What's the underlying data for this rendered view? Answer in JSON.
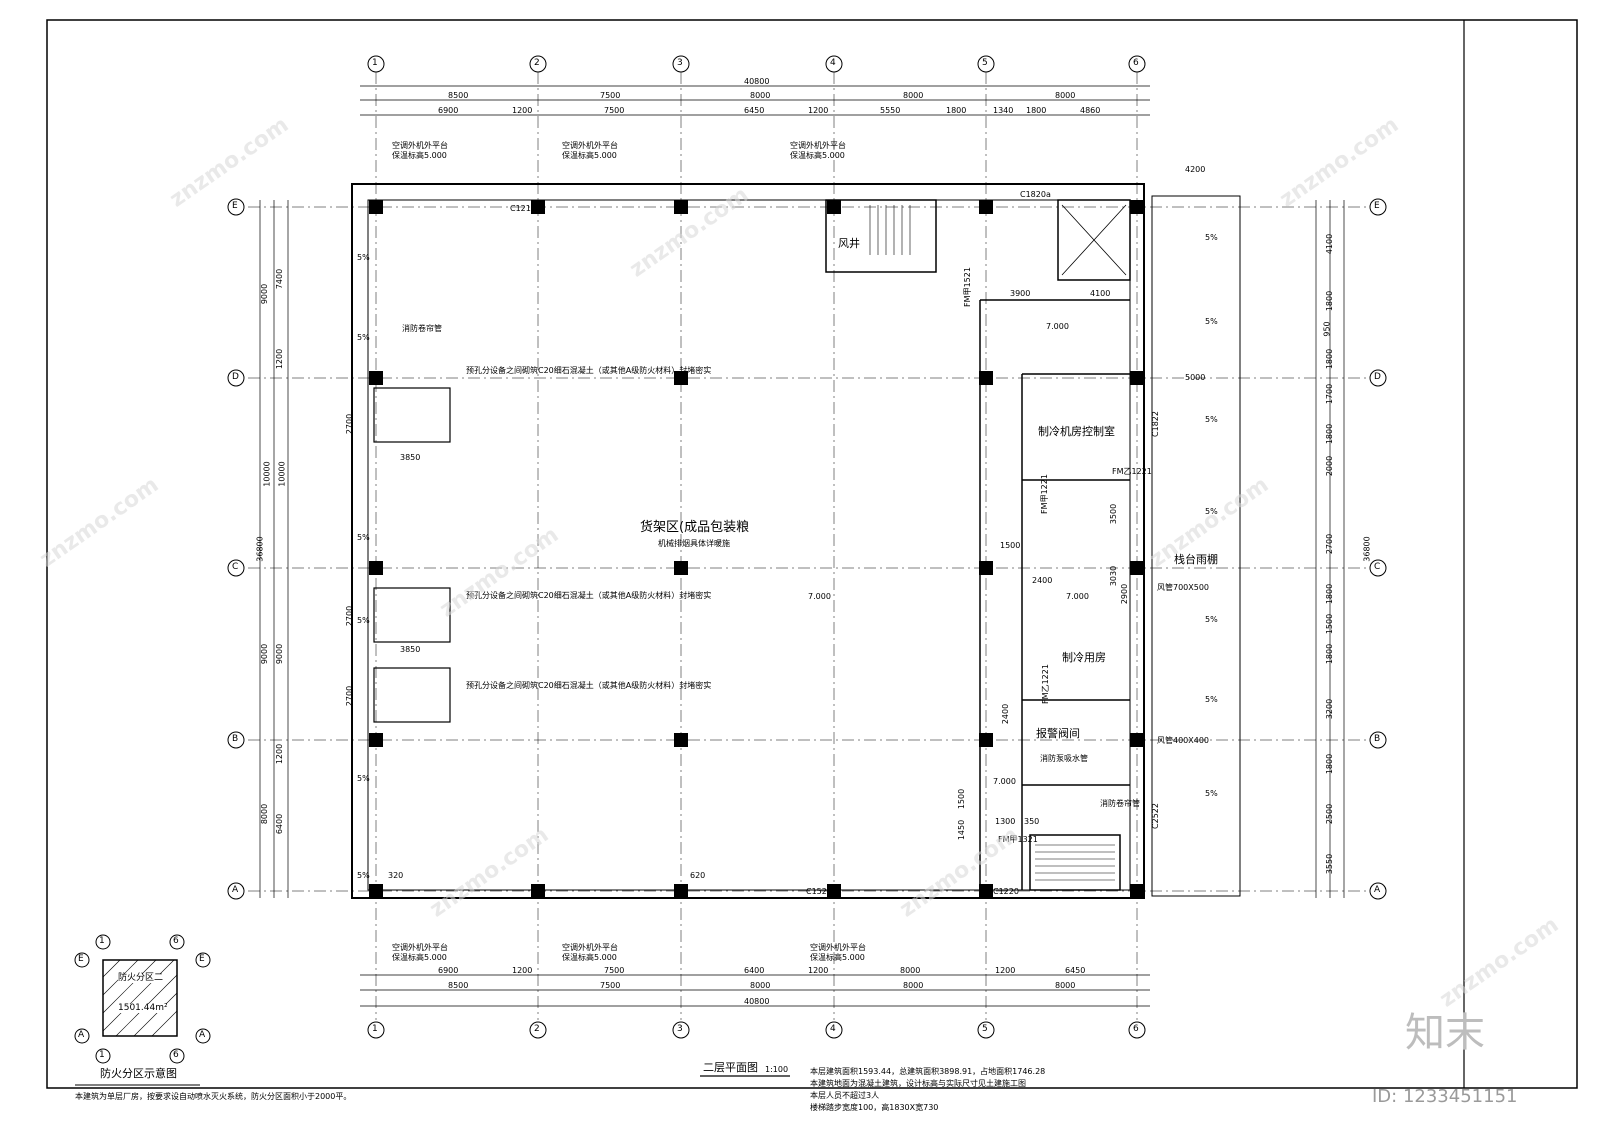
{
  "drawing": {
    "title": "二层平面图",
    "scale": "1:100",
    "grid_numbers": [
      "1",
      "2",
      "3",
      "4",
      "5",
      "6"
    ],
    "grid_letters": [
      "A",
      "B",
      "C",
      "D",
      "E"
    ],
    "total_width": "40800",
    "total_depth": "36800",
    "top_bays": [
      "8500",
      "7500",
      "8000",
      "8000",
      "8000"
    ],
    "top_sub": [
      "6900",
      "1200",
      "7500",
      "6450",
      "1200",
      "5550",
      "1800",
      "1340",
      "1800",
      "4860"
    ],
    "bottom_sub": [
      "6900",
      "1200",
      "7500",
      "6400",
      "1200",
      "8000",
      "1200",
      "6450"
    ],
    "left_bays": [
      "8000",
      "9000",
      "10000",
      "9000"
    ],
    "left_sub": [
      "6400",
      "1200",
      "9000",
      "10000",
      "1200",
      "7400"
    ],
    "right_sub": [
      "3550",
      "2500",
      "1800",
      "3200",
      "1800",
      "1500",
      "1800",
      "2700",
      "2000",
      "1800",
      "1700",
      "1800",
      "950",
      "1800",
      "4100"
    ],
    "rooms": {
      "main": "货架区(成品包装粮",
      "main_note": "机械排烟具体详暖施",
      "fan_shaft": "风井",
      "refrig_control": "制冷机房控制室",
      "refrig_room": "制冷用房",
      "alarm_valve": "报警阀间",
      "canopy": "栈台雨棚"
    },
    "elevations": [
      "7.000",
      "7.000",
      "7.000",
      "7.000"
    ],
    "slope": "5%",
    "door_labels": [
      "FM乙1221",
      "FM甲1221",
      "FM甲1521",
      "FM甲1321",
      "FM乙1221"
    ],
    "window_labels": [
      "C1212",
      "C1822",
      "C1220",
      "C1820a",
      "C2522",
      "C1521"
    ],
    "ac_platform": "空调外机外平台",
    "ac_elev": "保温标高5.000",
    "pipe_notes": [
      "消防卷帘管",
      "消防卷帘管"
    ],
    "duct_note_1": "风管700X500",
    "duct_note_2": "风管400X400",
    "valve_note": "消防泵吸水管",
    "hole_note": "预孔分设备之间砌筑C20细石混凝土（或其他A级防火材料）封堵密实",
    "dims_misc": [
      "3850",
      "3850",
      "2700",
      "2700",
      "2700",
      "3900",
      "4100",
      "4200",
      "5000",
      "3500",
      "3030",
      "2400",
      "1500",
      "2900",
      "2400",
      "1300",
      "350",
      "1450",
      "1500",
      "320",
      "620"
    ]
  },
  "key_plan": {
    "title": "防火分区示意图",
    "zone": "防火分区二",
    "area": "1501.44m²",
    "labels": [
      "1",
      "6",
      "E",
      "E",
      "A",
      "A",
      "1",
      "6"
    ]
  },
  "notes": {
    "area_line": "本层建筑面积1593.44，总建筑面积3898.91，占地面积1746.28",
    "height_line": "本建筑地面为混凝土建筑，设计标高与实际尺寸见土建施工图",
    "left_note": "本建筑为单层厂房，按要求设自动喷水灭火系统，防火分区面积小于2000平。",
    "persons": "本层人员不超过3人",
    "stair": "楼梯踏步宽度100，高1830X宽730"
  },
  "branding": {
    "logo": "知末",
    "id": "ID: 1233451151",
    "watermark": "znzmo.com"
  }
}
